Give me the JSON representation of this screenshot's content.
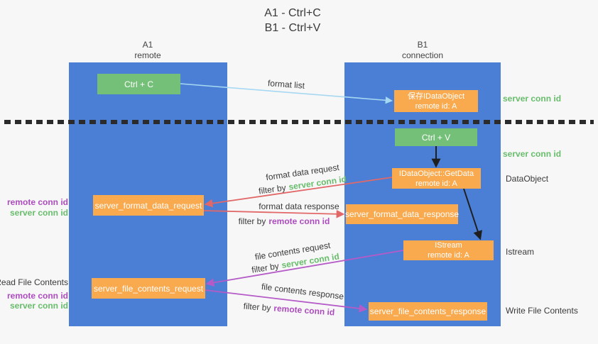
{
  "title": {
    "line1": "A1 - Ctrl+C",
    "line2": "B1 - Ctrl+V"
  },
  "columns": {
    "left": {
      "name": "A1",
      "subtitle": "remote"
    },
    "right": {
      "name": "B1",
      "subtitle": "connection"
    }
  },
  "boxes": {
    "ctrl_c": {
      "label": "Ctrl + C"
    },
    "save_idataobject": {
      "line1": "保存IDataObject",
      "line2": "remote id: A"
    },
    "ctrl_v": {
      "label": "Ctrl + V"
    },
    "getdata": {
      "line1": "IDataObject::GetData",
      "line2": "remote id: A"
    },
    "format_request": {
      "label": "server_format_data_request"
    },
    "format_response": {
      "label": "server_format_data_response"
    },
    "istream": {
      "line1": "IStream",
      "line2": "remote id: A"
    },
    "file_request": {
      "label": "server_file_contents_request"
    },
    "file_response": {
      "label": "server_file_contents_response"
    }
  },
  "flow_labels": {
    "format_list": "format list",
    "format_data_request": "format data request",
    "format_request_filter": {
      "prefix": "filter by",
      "key": "server conn id"
    },
    "format_data_response": "format data response",
    "format_response_filter": {
      "prefix": "filter by",
      "key": "remote conn id"
    },
    "file_contents_request": "file contents request",
    "file_request_filter": {
      "prefix": "filter by",
      "key": "server conn id"
    },
    "file_contents_response": "file contents response",
    "file_response_filter": {
      "prefix": "filter by",
      "key": "remote conn id"
    }
  },
  "side_labels": {
    "right_server_conn_top": "server conn id",
    "right_server_conn_mid": "server conn id",
    "right_dataobject": "DataObject",
    "right_istream": "Istream",
    "right_write_file_contents": "Write File Contents",
    "left_remote_conn_top": "remote conn id",
    "left_server_conn_top": "server conn id",
    "left_read_file_contents": "Read File Contents",
    "left_remote_conn_bottom": "remote conn id",
    "left_server_conn_bottom": "server conn id"
  },
  "colors": {
    "column_blue": "#4a7fd5",
    "box_green": "#74c078",
    "box_orange": "#f9a94e",
    "arrow_light_blue": "#a6d8f2",
    "arrow_red": "#e26868",
    "arrow_purple": "#b55bc8",
    "arrow_black": "#1f1f1f",
    "text_green": "#68bd6c",
    "text_purple": "#ad4bbf",
    "text_dark": "#3a3a3a"
  }
}
